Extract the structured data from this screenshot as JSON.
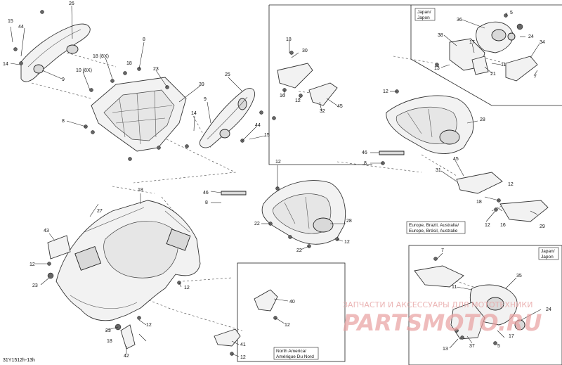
{
  "diagram": {
    "code": "31Y1512h-13h",
    "callouts": {
      "c1": "26",
      "c2": "15",
      "c3": "44",
      "c4": "14",
      "c5": "9",
      "c6": "18 (8X)",
      "c7": "10 (8X)",
      "c8": "8",
      "c9": "23",
      "c10": "39",
      "c11": "25",
      "c12": "9",
      "c13": "14",
      "c14": "44",
      "c15": "15",
      "c16": "8",
      "c17": "30",
      "c18": "18",
      "c19": "16",
      "c20": "12",
      "c21": "45",
      "c22": "32",
      "c23": "36",
      "c24": "5",
      "c25": "24",
      "c26": "38",
      "c27": "17",
      "c28": "34",
      "c29": "13",
      "c30": "11",
      "c31": "21",
      "c32": "7",
      "c33": "12",
      "c34": "28",
      "c35": "46",
      "c36": "8",
      "c37": "31",
      "c38": "45",
      "c39": "12",
      "c40": "18",
      "c41": "16",
      "c42": "29",
      "c43": "12",
      "c44": "8",
      "c45": "46",
      "c46": "18",
      "c47": "27",
      "c48": "43",
      "c49": "12",
      "c50": "23",
      "c51": "12",
      "c52": "22",
      "c53": "28",
      "c54": "22",
      "c55": "12",
      "c56": "40",
      "c57": "12",
      "c58": "41",
      "c59": "12",
      "c60": "23",
      "c61": "18",
      "c62": "42",
      "c63": "12",
      "c64": "12",
      "c65": "7",
      "c66": "35",
      "c67": "11",
      "c68": "24",
      "c69": "37",
      "c70": "13",
      "c71": "5",
      "c72": "17",
      "c73": "18"
    },
    "notes": {
      "japan_top_1": "Japan/",
      "japan_top_2": "Japon",
      "europe_1": "Europe, Brazil, Australia/",
      "europe_2": "Europe, Brésil, Australie",
      "japan_bottom_1": "Japan/",
      "japan_bottom_2": "Japon",
      "na_1": "North America/",
      "na_2": "Amérique Du Nord"
    },
    "watermark": {
      "line1": "ЗАПЧАСТИ И АКСЕССУАРЫ ДЛЯ МОТОТЕХНИКИ",
      "line2": "PARTSMOTO.RU"
    }
  }
}
